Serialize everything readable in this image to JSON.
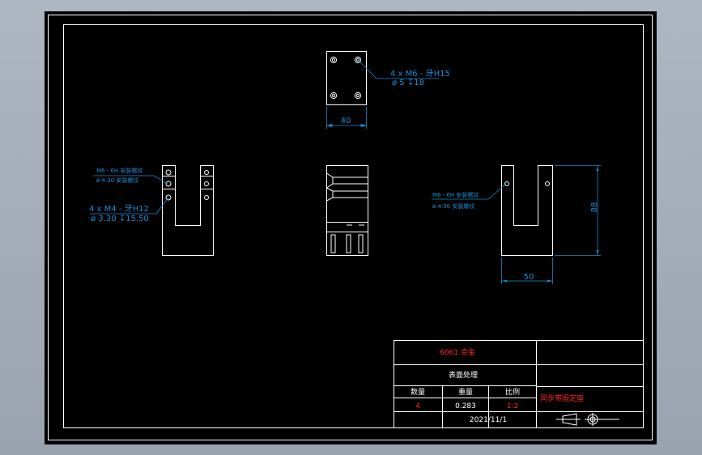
{
  "colors": {
    "background": "#a7afba",
    "sheet": "#000000",
    "line": "#ffffff",
    "dimension": "#1d8bd1",
    "highlight": "#ff2a2a"
  },
  "top_view": {
    "width_dim": "40",
    "hole_note_1": "4 x  M6 - 牙H15",
    "hole_note_2": "ø  5 ↧18"
  },
  "left_view": {
    "note_1": "M6 - 6H 安装螺纹",
    "note_2": "ø  4.30 安装螺纹",
    "hole_note_1": "4  x   M4  - 牙H12",
    "hole_note_2": "ø  3.30 ↧15.50"
  },
  "right_view": {
    "note_1": "M6 - 6H 安装螺纹",
    "note_2": "ø  4.30 安装螺纹",
    "height_dim": "88",
    "width_dim": "50"
  },
  "title_block": {
    "material": "6061 合金",
    "surface_treatment": "表面处理",
    "qty_label": "数量",
    "weight_label": "重量",
    "scale_label": "比例",
    "qty_value": "4",
    "weight_value": "0.283",
    "scale_value": "1:2",
    "part_name": "同步带固定座",
    "date": "2021/11/1"
  }
}
